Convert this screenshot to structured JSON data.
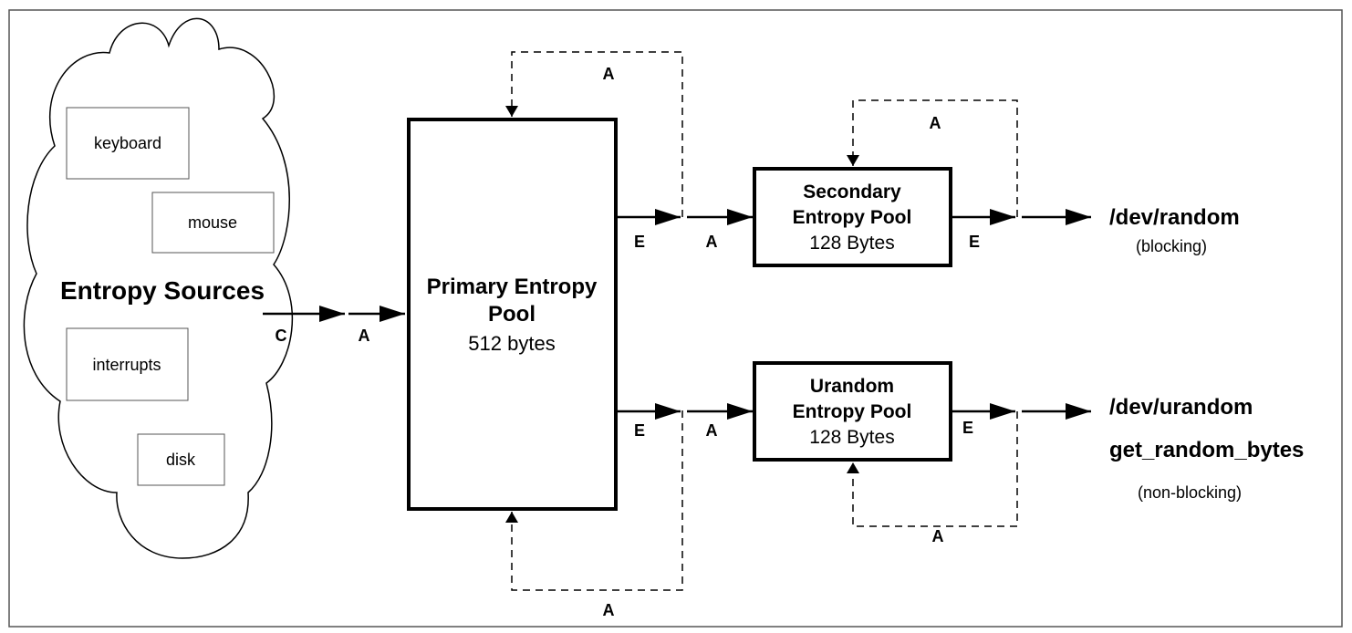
{
  "sources": {
    "title": "Entropy Sources",
    "items": [
      "keyboard",
      "mouse",
      "interrupts",
      "disk"
    ]
  },
  "primary_pool": {
    "name_line1": "Primary Entropy",
    "name_line2": "Pool",
    "size": "512 bytes"
  },
  "secondary_pool": {
    "name_line1": "Secondary",
    "name_line2": "Entropy Pool",
    "size": "128 Bytes"
  },
  "urandom_pool": {
    "name_line1": "Urandom",
    "name_line2": "Entropy Pool",
    "size": "128 Bytes"
  },
  "outputs": {
    "random": {
      "name": "/dev/random",
      "note": "(blocking)"
    },
    "urandom": {
      "name": "/dev/urandom",
      "name2": "get_random_bytes",
      "note": "(non-blocking)"
    }
  },
  "arrow_labels": {
    "collect": "C",
    "add": "A",
    "extract": "E"
  }
}
